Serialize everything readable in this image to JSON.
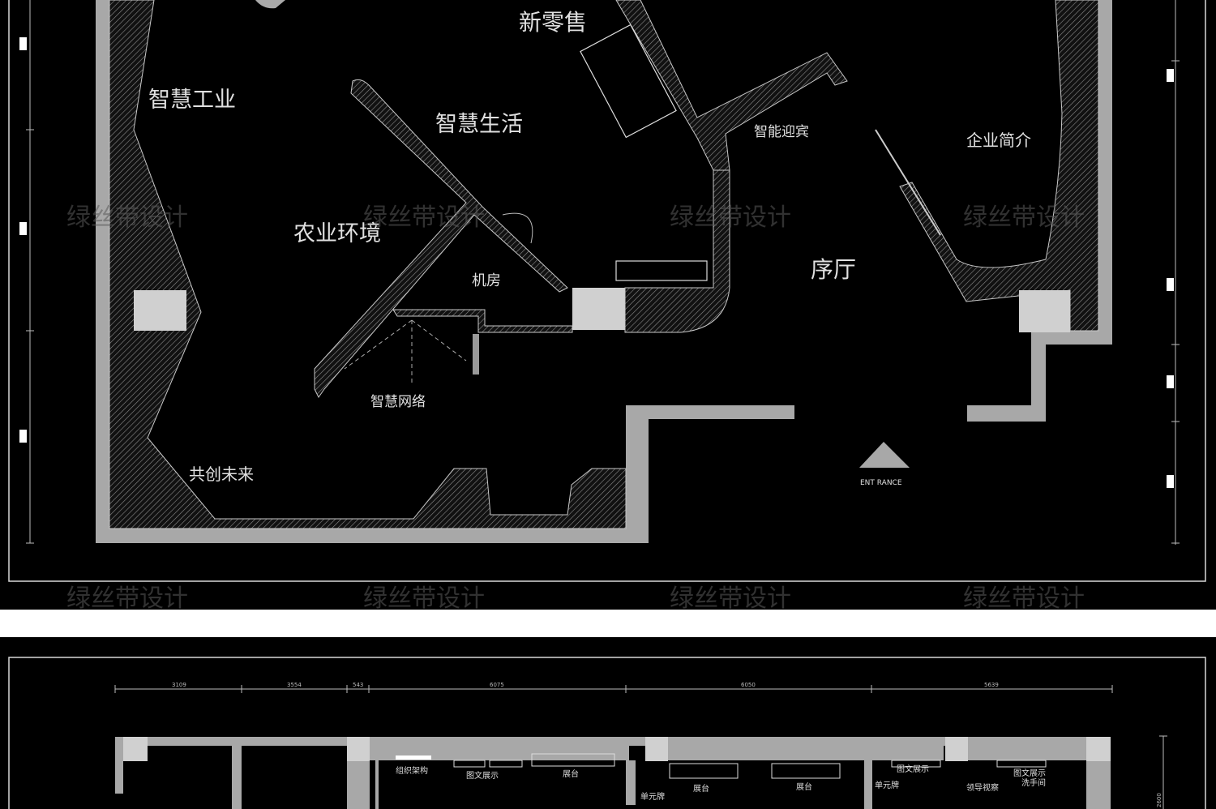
{
  "top_plan": {
    "rooms": {
      "new_retail": "新零售",
      "smart_industry": "智慧工业",
      "smart_life": "智慧生活",
      "smart_reception": "智能迎宾",
      "company_intro": "企业简介",
      "agri_env": "农业环境",
      "machine_room": "机房",
      "lobby": "序厅",
      "smart_network": "智慧网络",
      "co_create_future": "共创未来",
      "entrance": "ENT RANCE"
    }
  },
  "watermark": {
    "text": "绿丝带设计"
  },
  "bottom_plan": {
    "dimensions": [
      "3109",
      "3554",
      "543",
      "6075",
      "6050",
      "5639"
    ],
    "labels": {
      "org_structure": "组织架构",
      "graphic_display_1": "图文展示",
      "booth_1": "展台",
      "unit_board_1": "单元牌",
      "booth_2": "展台",
      "booth_3": "展台",
      "graphic_display_2": "图文展示",
      "unit_board_2": "单元牌",
      "leader_inspection": "领导视察",
      "graphic_display_3": "图文展示",
      "washroom": "洗手间"
    },
    "side_dimension": "2600"
  }
}
